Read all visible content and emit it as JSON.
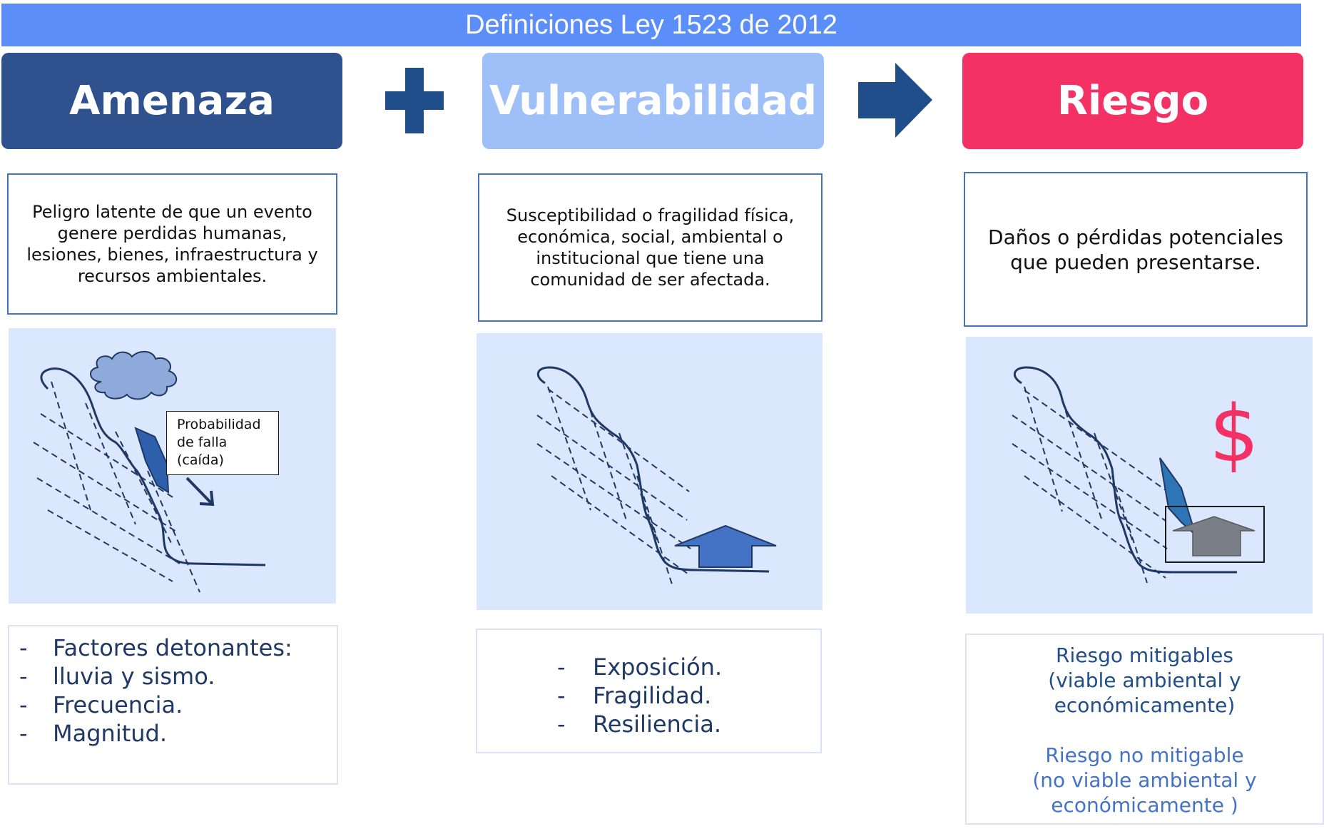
{
  "banner": {
    "title": "Definiciones Ley 1523 de 2012"
  },
  "columns": [
    {
      "heading": "Amenaza",
      "definition": "Peligro latente de que un evento genere perdidas humanas, lesiones, bienes, infraestructura y recursos ambientales.",
      "callout": "Probabilidad\nde falla\n(caída)",
      "items": [
        "Factores detonantes:",
        "lluvia y sismo.",
        "Frecuencia.",
        "Magnitud."
      ]
    },
    {
      "heading": "Vulnerabilidad",
      "definition": "Susceptibilidad o fragilidad física, económica, social, ambiental o institucional que tiene una comunidad de ser afectada.",
      "items": [
        "Exposición.",
        "Fragilidad.",
        "Resiliencia."
      ]
    },
    {
      "heading": "Riesgo",
      "definition": "Daños o pérdidas potenciales que pueden presentarse.",
      "symbol": "$",
      "mitigable": "Riesgo mitigables (viable ambiental y económicamente)",
      "non_mitigable": "Riesgo no mitigable (no viable ambiental y económicamente )"
    }
  ],
  "bullet_mark": "-",
  "colors": {
    "banner": "#5b8ef8",
    "amenaza": "#2f528f",
    "vulnerabilidad": "#9fbff9",
    "riesgo": "#f43164",
    "operator": "#1f4e8a",
    "panel": "#dae7fd",
    "text_dark_blue": "#1f3864"
  },
  "icons": [
    "plus-icon",
    "right-arrow-icon",
    "cloud-icon",
    "falling-rock-icon",
    "house-icon",
    "dollar-icon"
  ]
}
